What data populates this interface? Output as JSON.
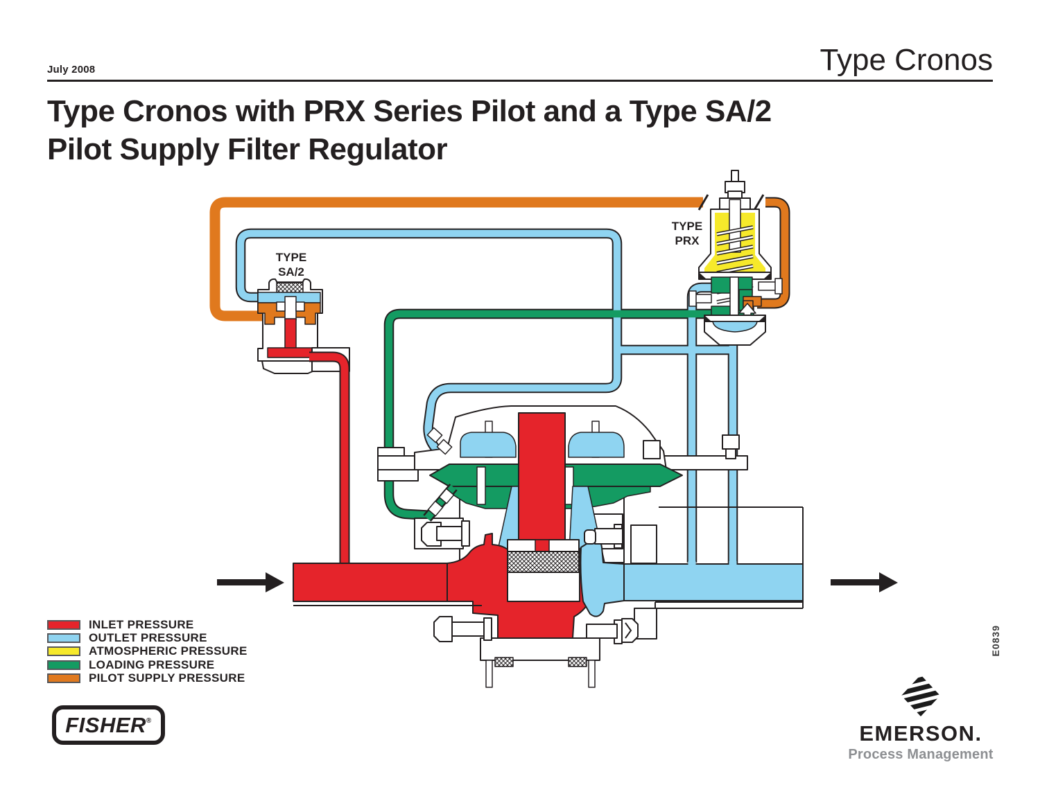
{
  "header": {
    "date": "July 2008",
    "product_name": "Type Cronos"
  },
  "title": {
    "line1": "Type Cronos with PRX Series Pilot and a Type SA/2",
    "line2": "Pilot Supply Filter Regulator"
  },
  "diagram": {
    "labels": {
      "sa2_type": "TYPE",
      "sa2_model": "SA/2",
      "prx_type": "TYPE",
      "prx_model": "PRX"
    },
    "figure_number": "E0839",
    "colors": {
      "inlet": "#e5242b",
      "outlet": "#8fd4f1",
      "atmospheric": "#f6e92b",
      "loading": "#149b62",
      "pilot_supply": "#e0791e",
      "outline": "#231f20",
      "swatch_border": "#55565a",
      "gray_text": "#8d8f92"
    }
  },
  "legend": {
    "items": [
      {
        "id": "inlet",
        "label": "INLET PRESSURE"
      },
      {
        "id": "outlet",
        "label": "OUTLET PRESSURE"
      },
      {
        "id": "atmospheric",
        "label": "ATMOSPHERIC PRESSURE"
      },
      {
        "id": "loading",
        "label": "LOADING PRESSURE"
      },
      {
        "id": "pilot_supply",
        "label": "PILOT SUPPLY PRESSURE"
      }
    ]
  },
  "footer": {
    "fisher": "FISHER",
    "fisher_reg": "®",
    "emerson": "EMERSON.",
    "emerson_sub": "Process Management"
  }
}
